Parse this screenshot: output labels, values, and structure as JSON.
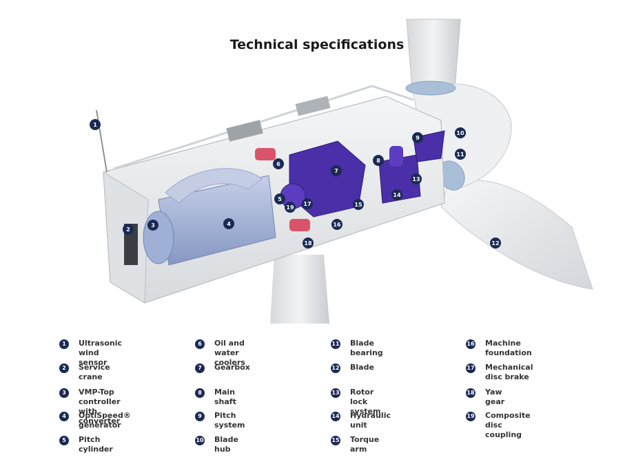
{
  "title": "Technical specifications",
  "colors": {
    "badge": "#1b2a55",
    "nacelle": "#e8ebee",
    "component_purple": "#4a2fa8",
    "generator_blue": "#a8b6d8",
    "cooler_red": "#d9546a",
    "blade_ring": "#a9bfd8"
  },
  "callouts": [
    "1",
    "2",
    "3",
    "4",
    "5",
    "6",
    "7",
    "8",
    "9",
    "10",
    "11",
    "12",
    "13",
    "14",
    "15",
    "16",
    "17",
    "18",
    "19"
  ],
  "legend": [
    [
      {
        "num": "1",
        "label": "Ultrasonic wind sensor"
      },
      {
        "num": "2",
        "label": "Service crane"
      },
      {
        "num": "3",
        "label": "VMP-Top controller\nwith converter"
      },
      {
        "num": "4",
        "label": "OptiSpeed® generator"
      },
      {
        "num": "5",
        "label": "Pitch cylinder"
      }
    ],
    [
      {
        "num": "6",
        "label": "Oil and water coolers"
      },
      {
        "num": "7",
        "label": "Gearbox"
      },
      {
        "num": "8",
        "label": "Main shaft"
      },
      {
        "num": "9",
        "label": "Pitch system"
      },
      {
        "num": "10",
        "label": "Blade hub"
      }
    ],
    [
      {
        "num": "11",
        "label": "Blade bearing"
      },
      {
        "num": "12",
        "label": "Blade"
      },
      {
        "num": "13",
        "label": "Rotor lock system"
      },
      {
        "num": "14",
        "label": "Hydraulic unit"
      },
      {
        "num": "15",
        "label": "Torque arm"
      }
    ],
    [
      {
        "num": "16",
        "label": "Machine foundation"
      },
      {
        "num": "17",
        "label": "Mechanical disc brake"
      },
      {
        "num": "18",
        "label": "Yaw gear"
      },
      {
        "num": "19",
        "label": "Composite disc coupling"
      }
    ]
  ]
}
